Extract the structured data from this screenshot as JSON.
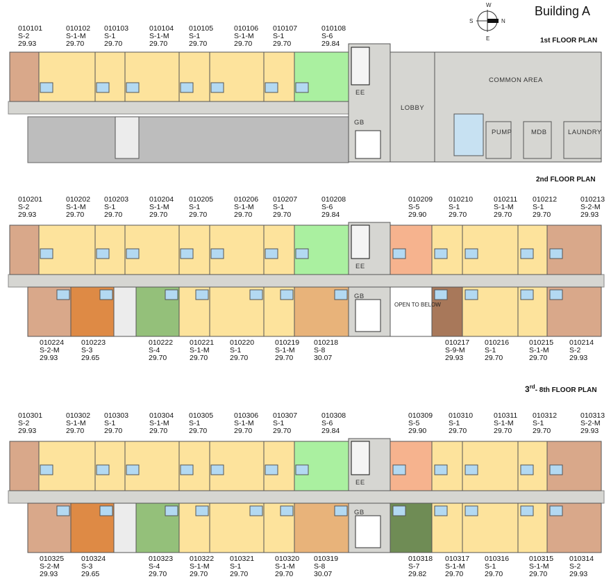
{
  "title": "Building A",
  "compass": {
    "n": "N",
    "e": "E",
    "s": "S",
    "w": "W"
  },
  "floors": [
    {
      "heading": "1st FLOOR PLAN",
      "top_units": [
        {
          "id": "010101",
          "type": "S-2",
          "area": "29.93"
        },
        {
          "id": "010102",
          "type": "S-1-M",
          "area": "29.70"
        },
        {
          "id": "010103",
          "type": "S-1",
          "area": "29.70"
        },
        {
          "id": "010104",
          "type": "S-1-M",
          "area": "29.70"
        },
        {
          "id": "010105",
          "type": "S-1",
          "area": "29.70"
        },
        {
          "id": "010106",
          "type": "S-1-M",
          "area": "29.70"
        },
        {
          "id": "010107",
          "type": "S-1",
          "area": "29.70"
        },
        {
          "id": "010108",
          "type": "S-6",
          "area": "29.84"
        }
      ],
      "rooms": [
        "EE",
        "GB",
        "LOBBY",
        "COMMON AREA",
        "PUMP",
        "MDB",
        "LAUNDRY"
      ]
    },
    {
      "heading": "2nd FLOOR PLAN",
      "top_units": [
        {
          "id": "010201",
          "type": "S-2",
          "area": "29.93"
        },
        {
          "id": "010202",
          "type": "S-1-M",
          "area": "29.70"
        },
        {
          "id": "010203",
          "type": "S-1",
          "area": "29.70"
        },
        {
          "id": "010204",
          "type": "S-1-M",
          "area": "29.70"
        },
        {
          "id": "010205",
          "type": "S-1",
          "area": "29.70"
        },
        {
          "id": "010206",
          "type": "S-1-M",
          "area": "29.70"
        },
        {
          "id": "010207",
          "type": "S-1",
          "area": "29.70"
        },
        {
          "id": "010208",
          "type": "S-6",
          "area": "29.84"
        },
        {
          "id": "010209",
          "type": "S-5",
          "area": "29.90"
        },
        {
          "id": "010210",
          "type": "S-1",
          "area": "29.70"
        },
        {
          "id": "010211",
          "type": "S-1-M",
          "area": "29.70"
        },
        {
          "id": "010212",
          "type": "S-1",
          "area": "29.70"
        },
        {
          "id": "010213",
          "type": "S-2-M",
          "area": "29.93"
        }
      ],
      "bottom_units": [
        {
          "id": "010224",
          "type": "S-2-M",
          "area": "29.93"
        },
        {
          "id": "010223",
          "type": "S-3",
          "area": "29.65"
        },
        {
          "id": "010222",
          "type": "S-4",
          "area": "29.70"
        },
        {
          "id": "010221",
          "type": "S-1-M",
          "area": "29.70"
        },
        {
          "id": "010220",
          "type": "S-1",
          "area": "29.70"
        },
        {
          "id": "010219",
          "type": "S-1-M",
          "area": "29.70"
        },
        {
          "id": "010218",
          "type": "S-8",
          "area": "30.07"
        },
        {
          "id": "010217",
          "type": "S-9-M",
          "area": "29.93"
        },
        {
          "id": "010216",
          "type": "S-1",
          "area": "29.70"
        },
        {
          "id": "010215",
          "type": "S-1-M",
          "area": "29.70"
        },
        {
          "id": "010214",
          "type": "S-2",
          "area": "29.93"
        }
      ],
      "rooms": [
        "EE",
        "GB",
        "OPEN TO BELOW"
      ]
    },
    {
      "heading_main": "3",
      "heading_sup": "rd",
      "heading_rest": "- 8th FLOOR PLAN",
      "top_units": [
        {
          "id": "010301",
          "type": "S-2",
          "area": "29.93"
        },
        {
          "id": "010302",
          "type": "S-1-M",
          "area": "29.70"
        },
        {
          "id": "010303",
          "type": "S-1",
          "area": "29.70"
        },
        {
          "id": "010304",
          "type": "S-1-M",
          "area": "29.70"
        },
        {
          "id": "010305",
          "type": "S-1",
          "area": "29.70"
        },
        {
          "id": "010306",
          "type": "S-1-M",
          "area": "29.70"
        },
        {
          "id": "010307",
          "type": "S-1",
          "area": "29.70"
        },
        {
          "id": "010308",
          "type": "S-6",
          "area": "29.84"
        },
        {
          "id": "010309",
          "type": "S-5",
          "area": "29.90"
        },
        {
          "id": "010310",
          "type": "S-1",
          "area": "29.70"
        },
        {
          "id": "010311",
          "type": "S-1-M",
          "area": "29.70"
        },
        {
          "id": "010312",
          "type": "S-1",
          "area": "29.70"
        },
        {
          "id": "010313",
          "type": "S-2-M",
          "area": "29.93"
        }
      ],
      "bottom_units": [
        {
          "id": "010325",
          "type": "S-2-M",
          "area": "29.93"
        },
        {
          "id": "010324",
          "type": "S-3",
          "area": "29.65"
        },
        {
          "id": "010323",
          "type": "S-4",
          "area": "29.70"
        },
        {
          "id": "010322",
          "type": "S-1-M",
          "area": "29.70"
        },
        {
          "id": "010321",
          "type": "S-1",
          "area": "29.70"
        },
        {
          "id": "010320",
          "type": "S-1-M",
          "area": "29.70"
        },
        {
          "id": "010319",
          "type": "S-8",
          "area": "30.07"
        },
        {
          "id": "010318",
          "type": "S-7",
          "area": "29.82"
        },
        {
          "id": "010317",
          "type": "S-1-M",
          "area": "29.70"
        },
        {
          "id": "010316",
          "type": "S-1",
          "area": "29.70"
        },
        {
          "id": "010315",
          "type": "S-1-M",
          "area": "29.70"
        },
        {
          "id": "010314",
          "type": "S-2",
          "area": "29.93"
        }
      ],
      "rooms": [
        "EE",
        "GB"
      ]
    }
  ],
  "type_colors": {
    "S-1": "#fde39c",
    "S-1-M": "#fde39c",
    "S-2": "#d9a88a",
    "S-2-M": "#d9a88a",
    "S-3": "#de8a45",
    "S-4": "#94c07a",
    "S-5": "#f6b38e",
    "S-6": "#aaf0a0",
    "S-7": "#6f8c55",
    "S-8": "#e8b37a",
    "S-9-M": "#a8785a",
    "corridor": "#d6d6d2",
    "bath": "#b3d9f2",
    "wall": "#7a7a7a"
  }
}
